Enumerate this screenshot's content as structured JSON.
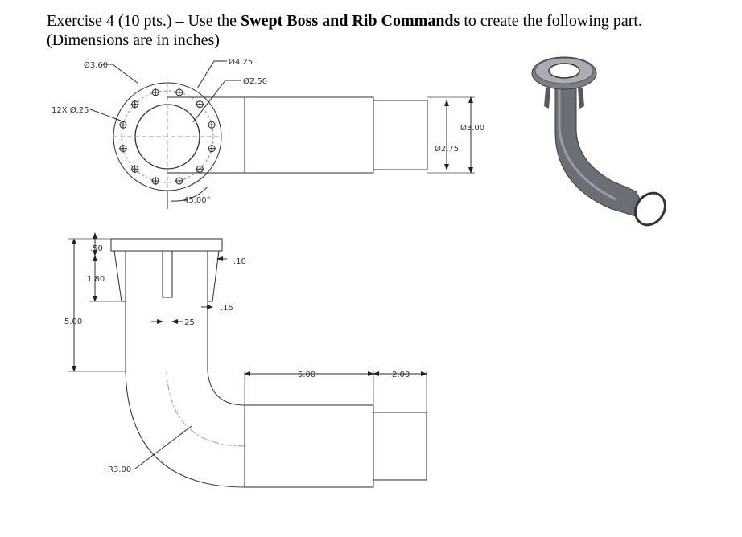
{
  "header": {
    "prefix": "Exercise 4 (10 pts.) – Use the ",
    "emphasis": "Swept Boss and Rib Commands",
    "suffix": " to create the following part.",
    "line2": "(Dimensions are in inches)"
  },
  "dims": {
    "bolt_circle": "Ø3.60",
    "flange_od": "Ø4.25",
    "bore": "Ø2.50",
    "holes": "12X Ø.25",
    "angle": "45.00°",
    "tube_od": "Ø3.00",
    "tube_id": "Ø2.75",
    "flange_thk": ".50",
    "rib_height": "1.80",
    "rib_thk": ".25",
    "rib_inset": ".10",
    "rib_offset": ".15",
    "vertical_height": "5.00",
    "horizontal_length": "5.00",
    "extension": "2.00",
    "bend_radius": "R3.00"
  },
  "colors": {
    "line": "#2b2b2b",
    "thin": "#555555",
    "body3d": "#6b6e75"
  }
}
